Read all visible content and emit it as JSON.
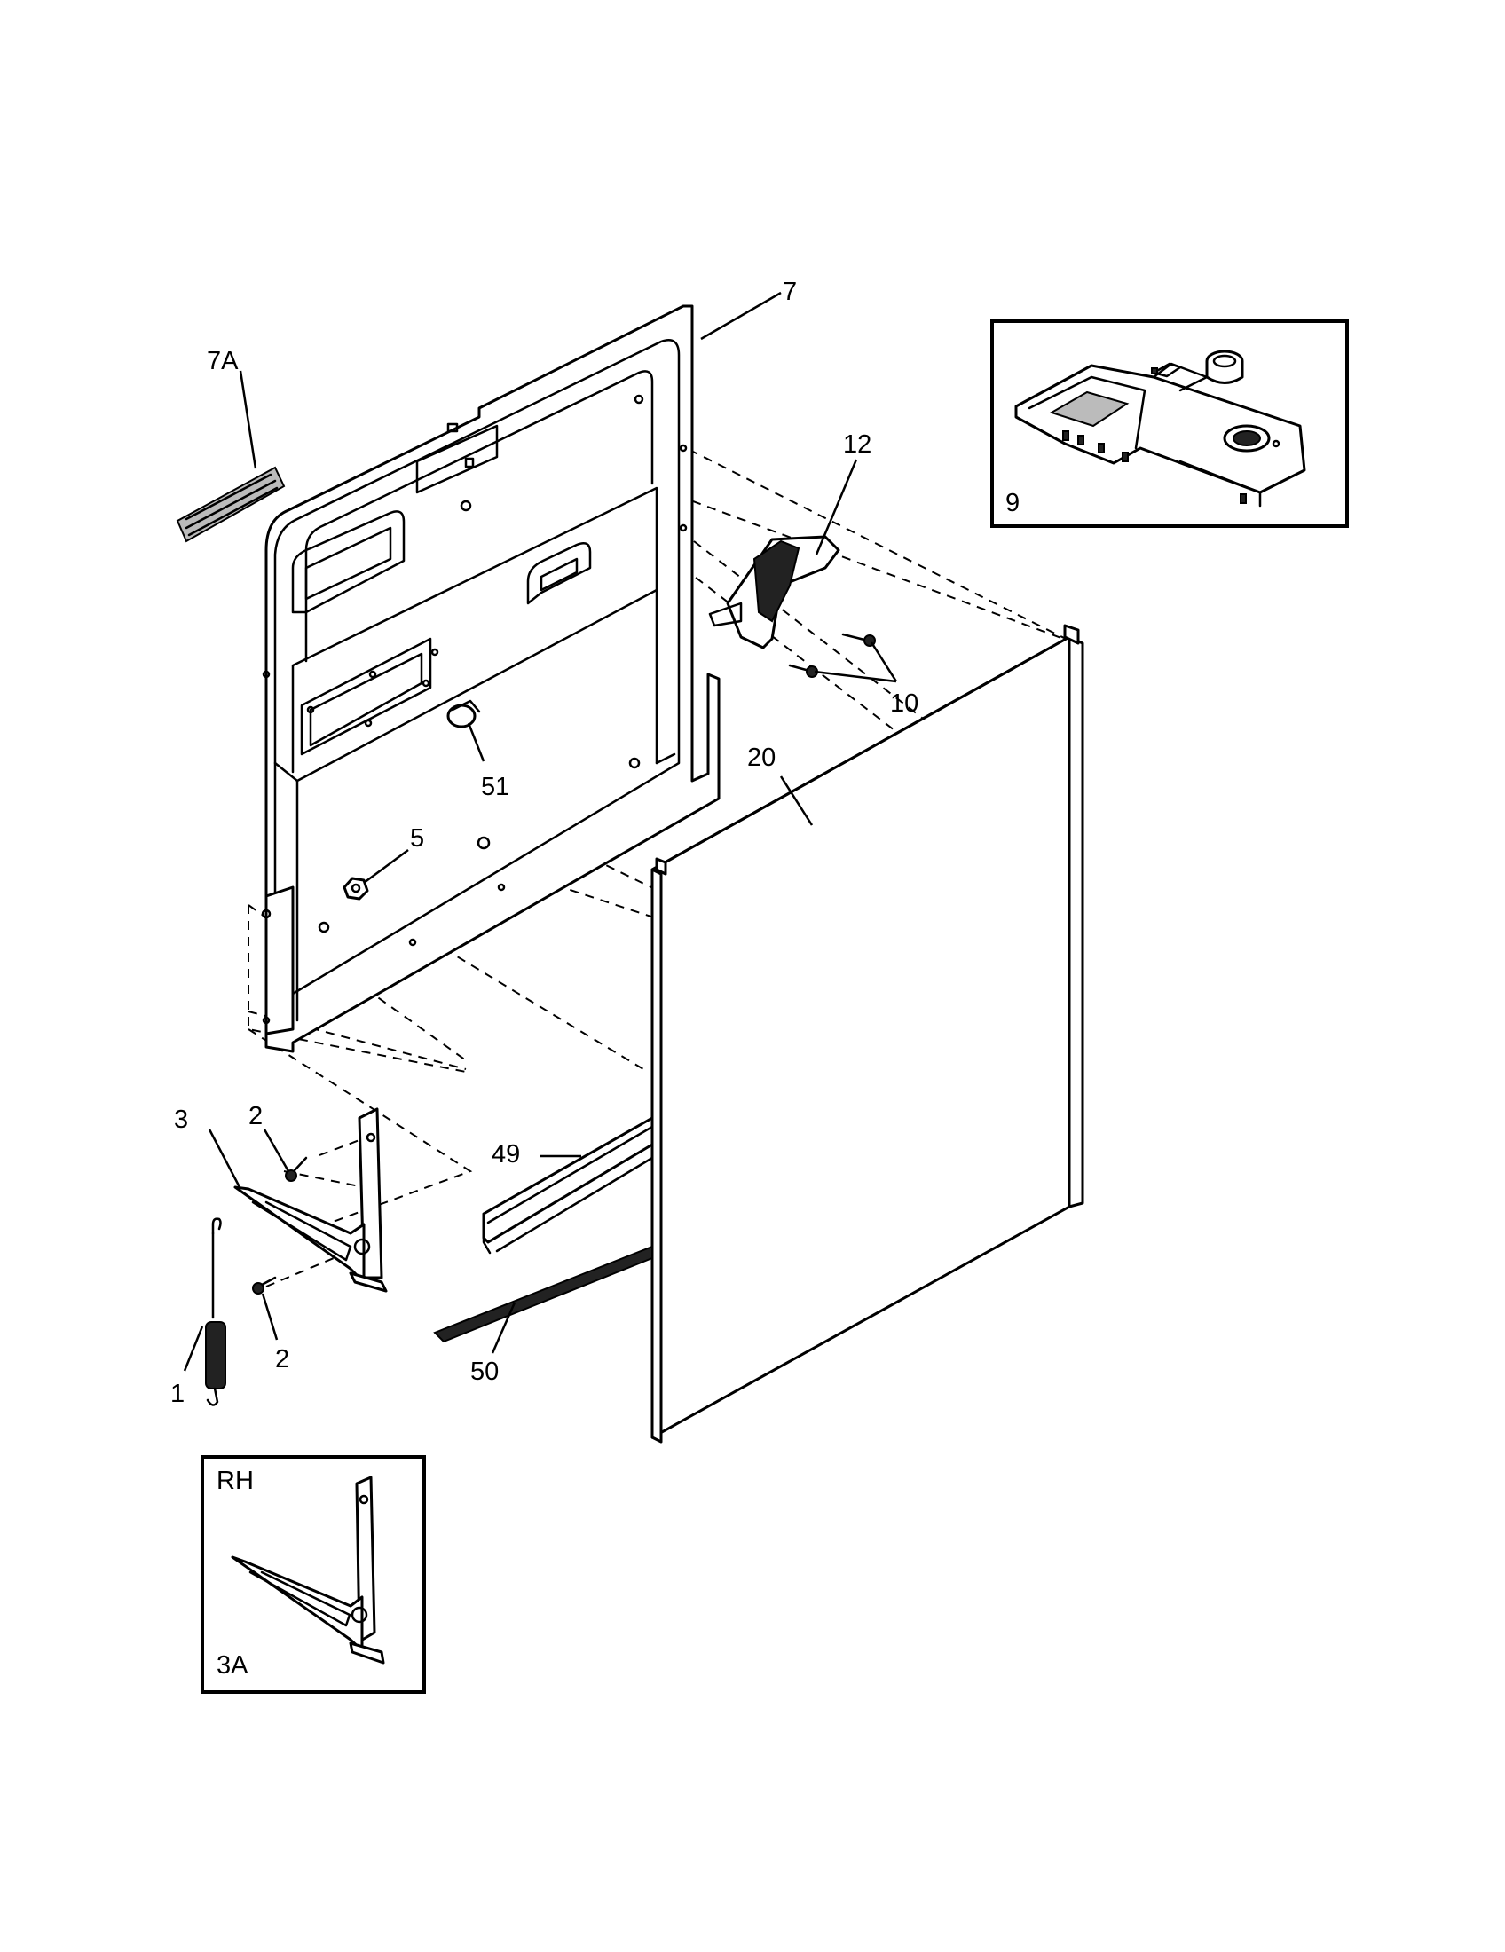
{
  "callouts": {
    "c7": "7",
    "c7a": "7A",
    "c12": "12",
    "c9": "9",
    "c10": "10",
    "c51": "51",
    "c20": "20",
    "c5": "5",
    "c3": "3",
    "c2a": "2",
    "c2b": "2",
    "c49": "49",
    "c1": "1",
    "c50": "50"
  },
  "inset_rh": {
    "side": "RH",
    "part": "3A"
  }
}
